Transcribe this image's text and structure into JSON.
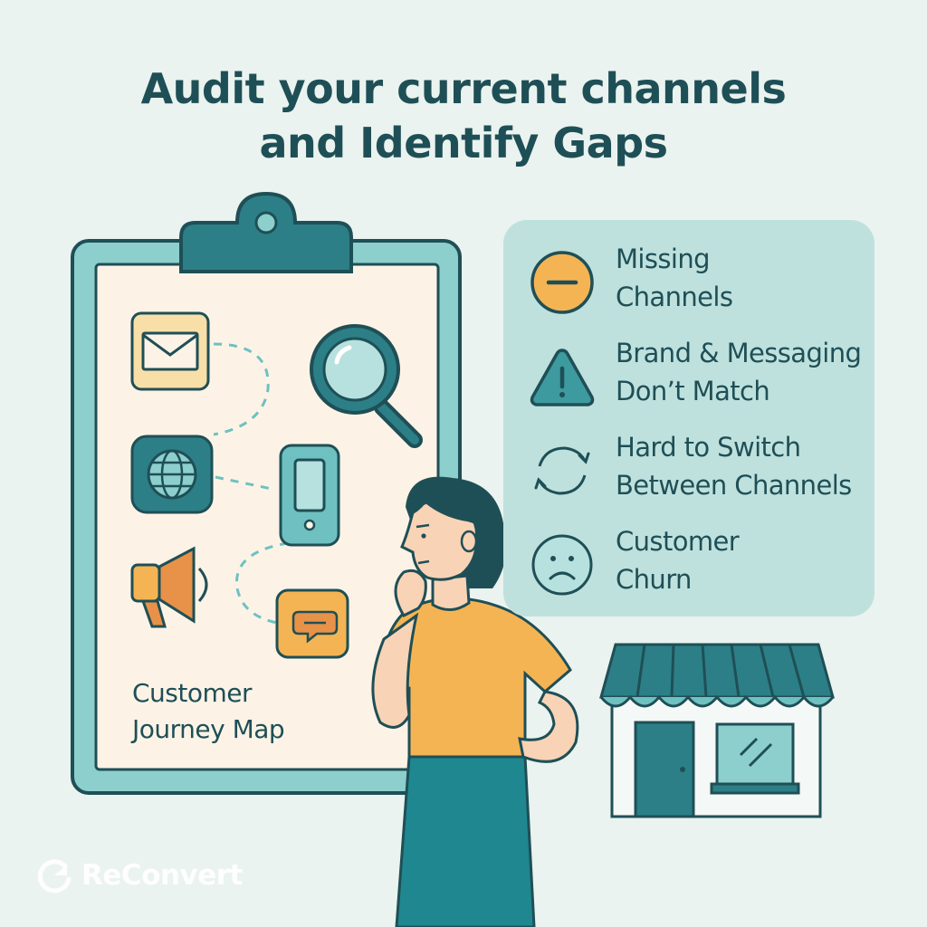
{
  "title": {
    "line1": "Audit your current channels",
    "line2": "and Identify Gaps"
  },
  "clipboard": {
    "label_line1": "Customer",
    "label_line2": "Journey Map",
    "icons": [
      "envelope-icon",
      "magnifying-glass-icon",
      "globe-icon",
      "smartphone-icon",
      "megaphone-icon",
      "chat-bubble-icon"
    ]
  },
  "issues": [
    {
      "icon": "minus-circle-icon",
      "line1": "Missing",
      "line2": "Channels"
    },
    {
      "icon": "warning-triangle-icon",
      "line1": "Brand & Messaging",
      "line2": "Don’t Match"
    },
    {
      "icon": "refresh-cycle-icon",
      "line1": "Hard to Switch",
      "line2": "Between Channels"
    },
    {
      "icon": "sad-face-icon",
      "line1": "Customer",
      "line2": "Churn"
    }
  ],
  "brand": {
    "name": "ReConvert",
    "icon": "reconvert-logo-icon"
  },
  "colors": {
    "background": "#eaf3ef",
    "teal_dark": "#1f4f56",
    "teal": "#3d8f95",
    "teal_light": "#8ccfcc",
    "panel": "#bfe1de",
    "orange": "#f5b453",
    "paper": "#fcf3e6"
  }
}
